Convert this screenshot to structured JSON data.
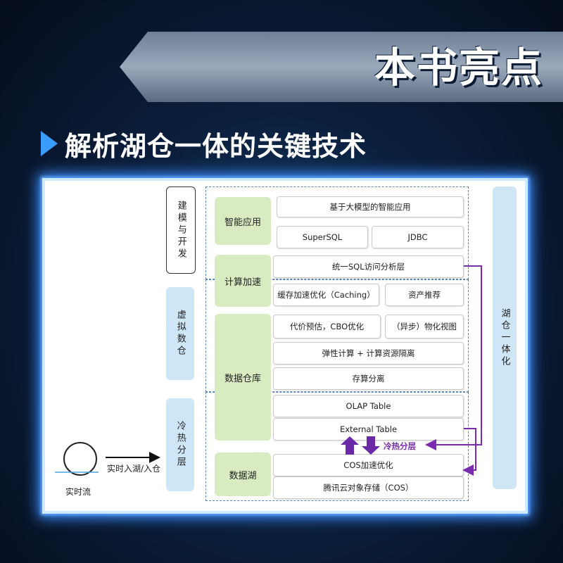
{
  "banner": {
    "title": "本书亮点"
  },
  "section": {
    "title": "解析湖仓一体的关键技术"
  },
  "layers": {
    "modeling": "建模与开发",
    "virtual_warehouse": "虚拟数仓",
    "tiering": "冷热分层"
  },
  "groups": {
    "intelligent_app": "智能应用",
    "compute_accel": "计算加速",
    "data_warehouse": "数据仓库",
    "data_lake": "数据湖"
  },
  "components": {
    "llm_app": "基于大模型的智能应用",
    "supersql": "SuperSQL",
    "jdbc": "JDBC",
    "unified_sql": "统一SQL访问分析层",
    "caching": "缓存加速优化（Caching）",
    "asset_reco": "资产推荐",
    "cbo": "代价预估，CBO优化",
    "mat_view": "（异步）物化视图",
    "elastic": "弹性计算 + 计算资源隔离",
    "storage_compute": "存算分离",
    "olap_table": "OLAP Table",
    "external_table": "External Table",
    "cos_accel": "COS加速优化",
    "tencent_cos": "腾讯云对象存储（COS）"
  },
  "lakehouse": "湖仓一体化",
  "hot_cold_label": "冷热分层",
  "ingest_label": "实时入湖/入仓",
  "stream_label": "实时流",
  "colors": {
    "accent": "#3b9cff",
    "purple": "#7a2bb0",
    "green": "#d9ebc1",
    "light_blue": "#cfe6f7"
  }
}
